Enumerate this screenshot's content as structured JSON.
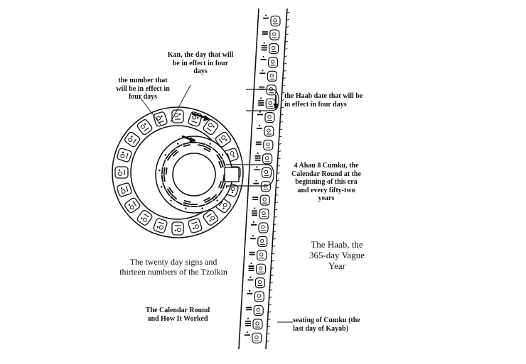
{
  "diagram": {
    "labels": {
      "kan_label": "Kan, the day that will be in effect in four days",
      "number_label": "the number that will be in effect in four days",
      "haab_date_label": "the Haab date that will be in effect in four days",
      "calendar_round_label": "4 Ahau 8 Cumku, the Calendar Round at the beginning of this era and every fifty-two years",
      "tzolkin_label": "The twenty day signs and thirteen numbers of the Tzolkin",
      "haab_label": "The Haab, the 365-day Vague Year",
      "title_label": "The Calendar Round and How It Worked",
      "seating_label": "seating of Cumku (the last day of Kayab)"
    },
    "tzolkin_day_signs_count": 20,
    "tzolkin_numbers_count": 13,
    "haab_visible_glyphs": 24,
    "colors": {
      "ink": "#111111",
      "paper": "#ffffff"
    }
  }
}
